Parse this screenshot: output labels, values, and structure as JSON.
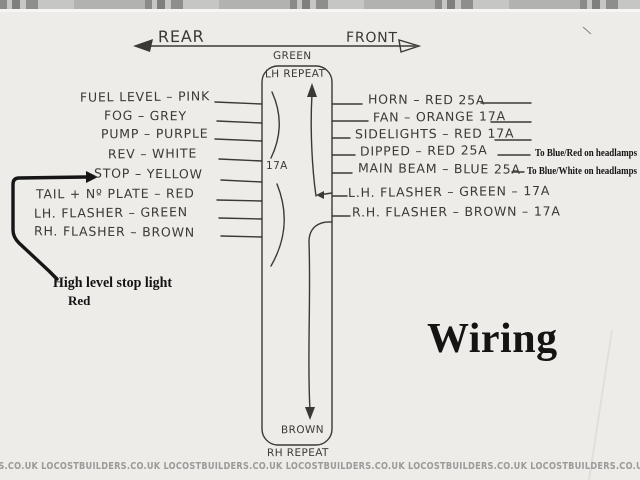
{
  "colors": {
    "ink": "#3b3936",
    "thick_ink": "#161616",
    "paper": "#edece9",
    "watermark": "#9a9a98",
    "band": "#c6c6c4"
  },
  "header": {
    "rear_label": "REAR",
    "front_label": "FRONT"
  },
  "loom": {
    "top_wire_color": "GREEN",
    "top_label": "LH REPEAT",
    "gauge_label": "17A",
    "bottom_wire_color": "BROWN",
    "bottom_label": "RH REPEAT"
  },
  "rear_circuits": [
    {
      "circuit": "FUEL LEVEL",
      "wire": "PINK",
      "text": "FUEL LEVEL – PINK"
    },
    {
      "circuit": "FOG",
      "wire": "GREY",
      "text": "FOG – GREY"
    },
    {
      "circuit": "PUMP",
      "wire": "PURPLE",
      "text": "PUMP – PURPLE"
    },
    {
      "circuit": "REV",
      "wire": "WHITE",
      "text": "REV – WHITE"
    },
    {
      "circuit": "STOP",
      "wire": "YELLOW",
      "text": "STOP – YELLOW"
    },
    {
      "circuit": "TAIL + Nº PLATE",
      "wire": "RED",
      "text": "TAIL + Nº PLATE – RED"
    },
    {
      "circuit": "LH. FLASHER",
      "wire": "GREEN",
      "text": "LH. FLASHER – GREEN"
    },
    {
      "circuit": "RH. FLASHER",
      "wire": "BROWN",
      "text": "RH. FLASHER – BROWN"
    }
  ],
  "front_circuits": [
    {
      "circuit": "HORN",
      "wire": "RED",
      "fuse": "25A",
      "text": "HORN – RED 25A",
      "note": ""
    },
    {
      "circuit": "FAN",
      "wire": "ORANGE",
      "fuse": "17A",
      "text": "FAN – ORANGE 17A",
      "note": ""
    },
    {
      "circuit": "SIDELIGHTS",
      "wire": "RED",
      "fuse": "17A",
      "text": "SIDELIGHTS – RED 17A",
      "note": ""
    },
    {
      "circuit": "DIPPED",
      "wire": "RED",
      "fuse": "25A",
      "text": "DIPPED – RED 25A",
      "note": "To Blue/Red on headlamps"
    },
    {
      "circuit": "MAIN BEAM",
      "wire": "BLUE",
      "fuse": "25A",
      "text": "MAIN BEAM – BLUE 25A",
      "note": "To Blue/White on headlamps"
    },
    {
      "circuit": "L.H. FLASHER",
      "wire": "GREEN",
      "fuse": "17A",
      "text": "L.H. FLASHER – GREEN – 17A",
      "note": ""
    },
    {
      "circuit": "R.H. FLASHER",
      "wire": "BROWN",
      "fuse": "17A",
      "text": "R.H. FLASHER – BROWN – 17A",
      "note": ""
    }
  ],
  "annotations": {
    "stop_light_line1": "High level stop light",
    "stop_light_line2": "Red",
    "title": "Wiring"
  },
  "watermark": {
    "row": "ERS.CO.UK  LOCOSTBUILDERS.CO.UK  LOCOSTBUILDERS.CO.UK  LOCOSTBUILDERS.CO.UK  LOCOSTBUILDERS.CO.UK  LOCOSTBUILDERS.CO.UK"
  }
}
